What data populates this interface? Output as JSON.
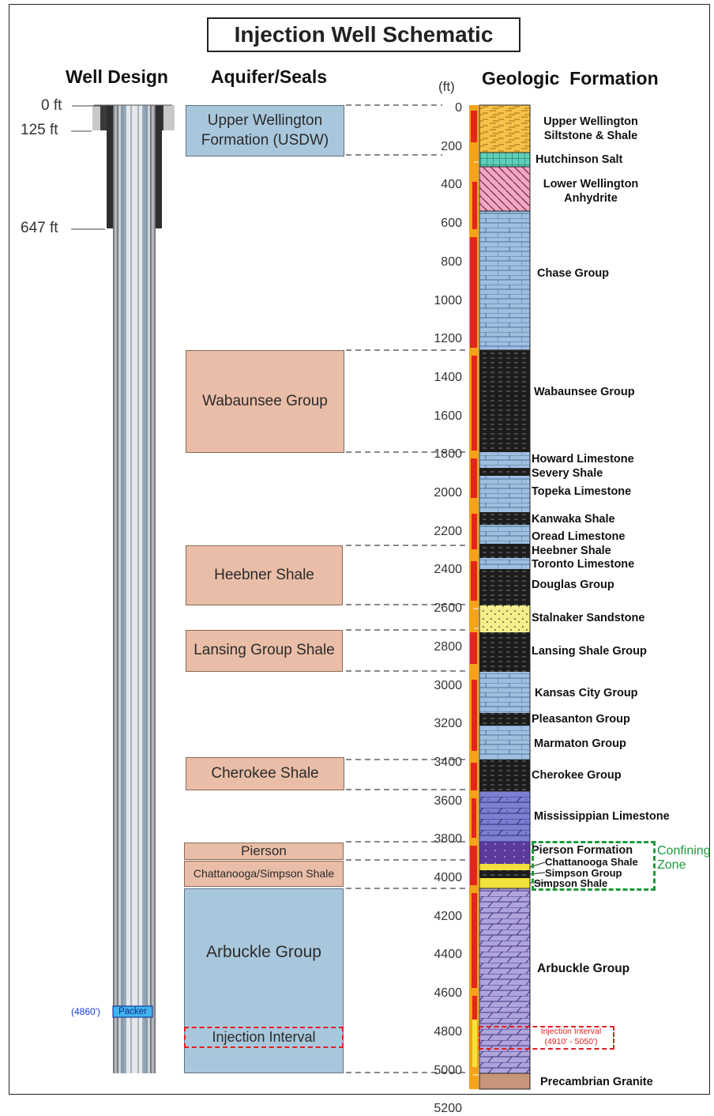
{
  "title": "Injection Well Schematic",
  "headers": {
    "well_design": "Well Design",
    "aquifer_seals": "Aquifer/Seals",
    "geologic_formation": "Geologic  Formation"
  },
  "unit": "(ft)",
  "well": {
    "depths": [
      "0 ft",
      "125 ft",
      "647 ft"
    ],
    "packer_depth": "(4860')",
    "packer_label": "Packer"
  },
  "depth_ticks": [
    "0",
    "200",
    "400",
    "600",
    "800",
    "1000",
    "1200",
    "1400",
    "1600",
    "1800",
    "2000",
    "2200",
    "2400",
    "2600",
    "2800",
    "3000",
    "3200",
    "3400",
    "3600",
    "3800",
    "4000",
    "4200",
    "4400",
    "4600",
    "4800",
    "5000",
    "5200"
  ],
  "aquifer_seals": [
    {
      "label": "Upper Wellington Formation (USDW)",
      "kind": "aquifer"
    },
    {
      "label": "Wabaunsee Group",
      "kind": "seal"
    },
    {
      "label": "Heebner Shale",
      "kind": "seal"
    },
    {
      "label": "Lansing Group Shale",
      "kind": "seal"
    },
    {
      "label": "Cherokee Shale",
      "kind": "seal"
    },
    {
      "label": "Pierson",
      "kind": "seal"
    },
    {
      "label": "Chattanooga/Simpson Shale",
      "kind": "seal"
    },
    {
      "label": "Arbuckle Group",
      "kind": "aquifer"
    },
    {
      "label": "Injection Interval",
      "kind": "interval"
    }
  ],
  "formations": [
    {
      "name": "Upper Wellington Siltstone & Shale"
    },
    {
      "name": "Hutchinson Salt"
    },
    {
      "name": "Lower Wellington Anhydrite"
    },
    {
      "name": "Chase Group"
    },
    {
      "name": "Wabaunsee Group"
    },
    {
      "name": "Howard Limestone"
    },
    {
      "name": "Severy Shale"
    },
    {
      "name": "Topeka Limestone"
    },
    {
      "name": "Kanwaka Shale"
    },
    {
      "name": "Oread Limestone"
    },
    {
      "name": "Heebner Shale"
    },
    {
      "name": "Toronto Limestone"
    },
    {
      "name": "Douglas Group"
    },
    {
      "name": "Stalnaker Sandstone"
    },
    {
      "name": "Lansing Shale Group"
    },
    {
      "name": "Kansas City Group"
    },
    {
      "name": "Pleasanton Group"
    },
    {
      "name": "Marmaton Group"
    },
    {
      "name": "Cherokee Group"
    },
    {
      "name": "Mississippian Limestone"
    },
    {
      "name": "Pierson Formation"
    },
    {
      "name": "Chattanooga Shale"
    },
    {
      "name": "Simpson Group"
    },
    {
      "name": "Simpson Shale"
    },
    {
      "name": "Arbuckle Group"
    },
    {
      "name": "Precambrian Granite"
    }
  ],
  "confining_zone": {
    "line1": "Confining",
    "line2": "Zone",
    "color": "#1f9a3a"
  },
  "injection_interval_formation": {
    "line1": "Injection Interval",
    "line2": "(4910' - 5050')",
    "color": "#e02020"
  },
  "colors": {
    "aquifer": "#a9c7dc",
    "seal": "#e9bda7",
    "limestone": "#9fbfe0",
    "shale": "#1c1c1c",
    "siltstone": "#f7c14a",
    "salt": "#5fd0b8",
    "anhydrite": "#f3a7c4",
    "sandstone": "#f5ef8a",
    "purple": "#b0a4dc",
    "granite": "#c9957a",
    "packer": "#3fb4ee"
  }
}
